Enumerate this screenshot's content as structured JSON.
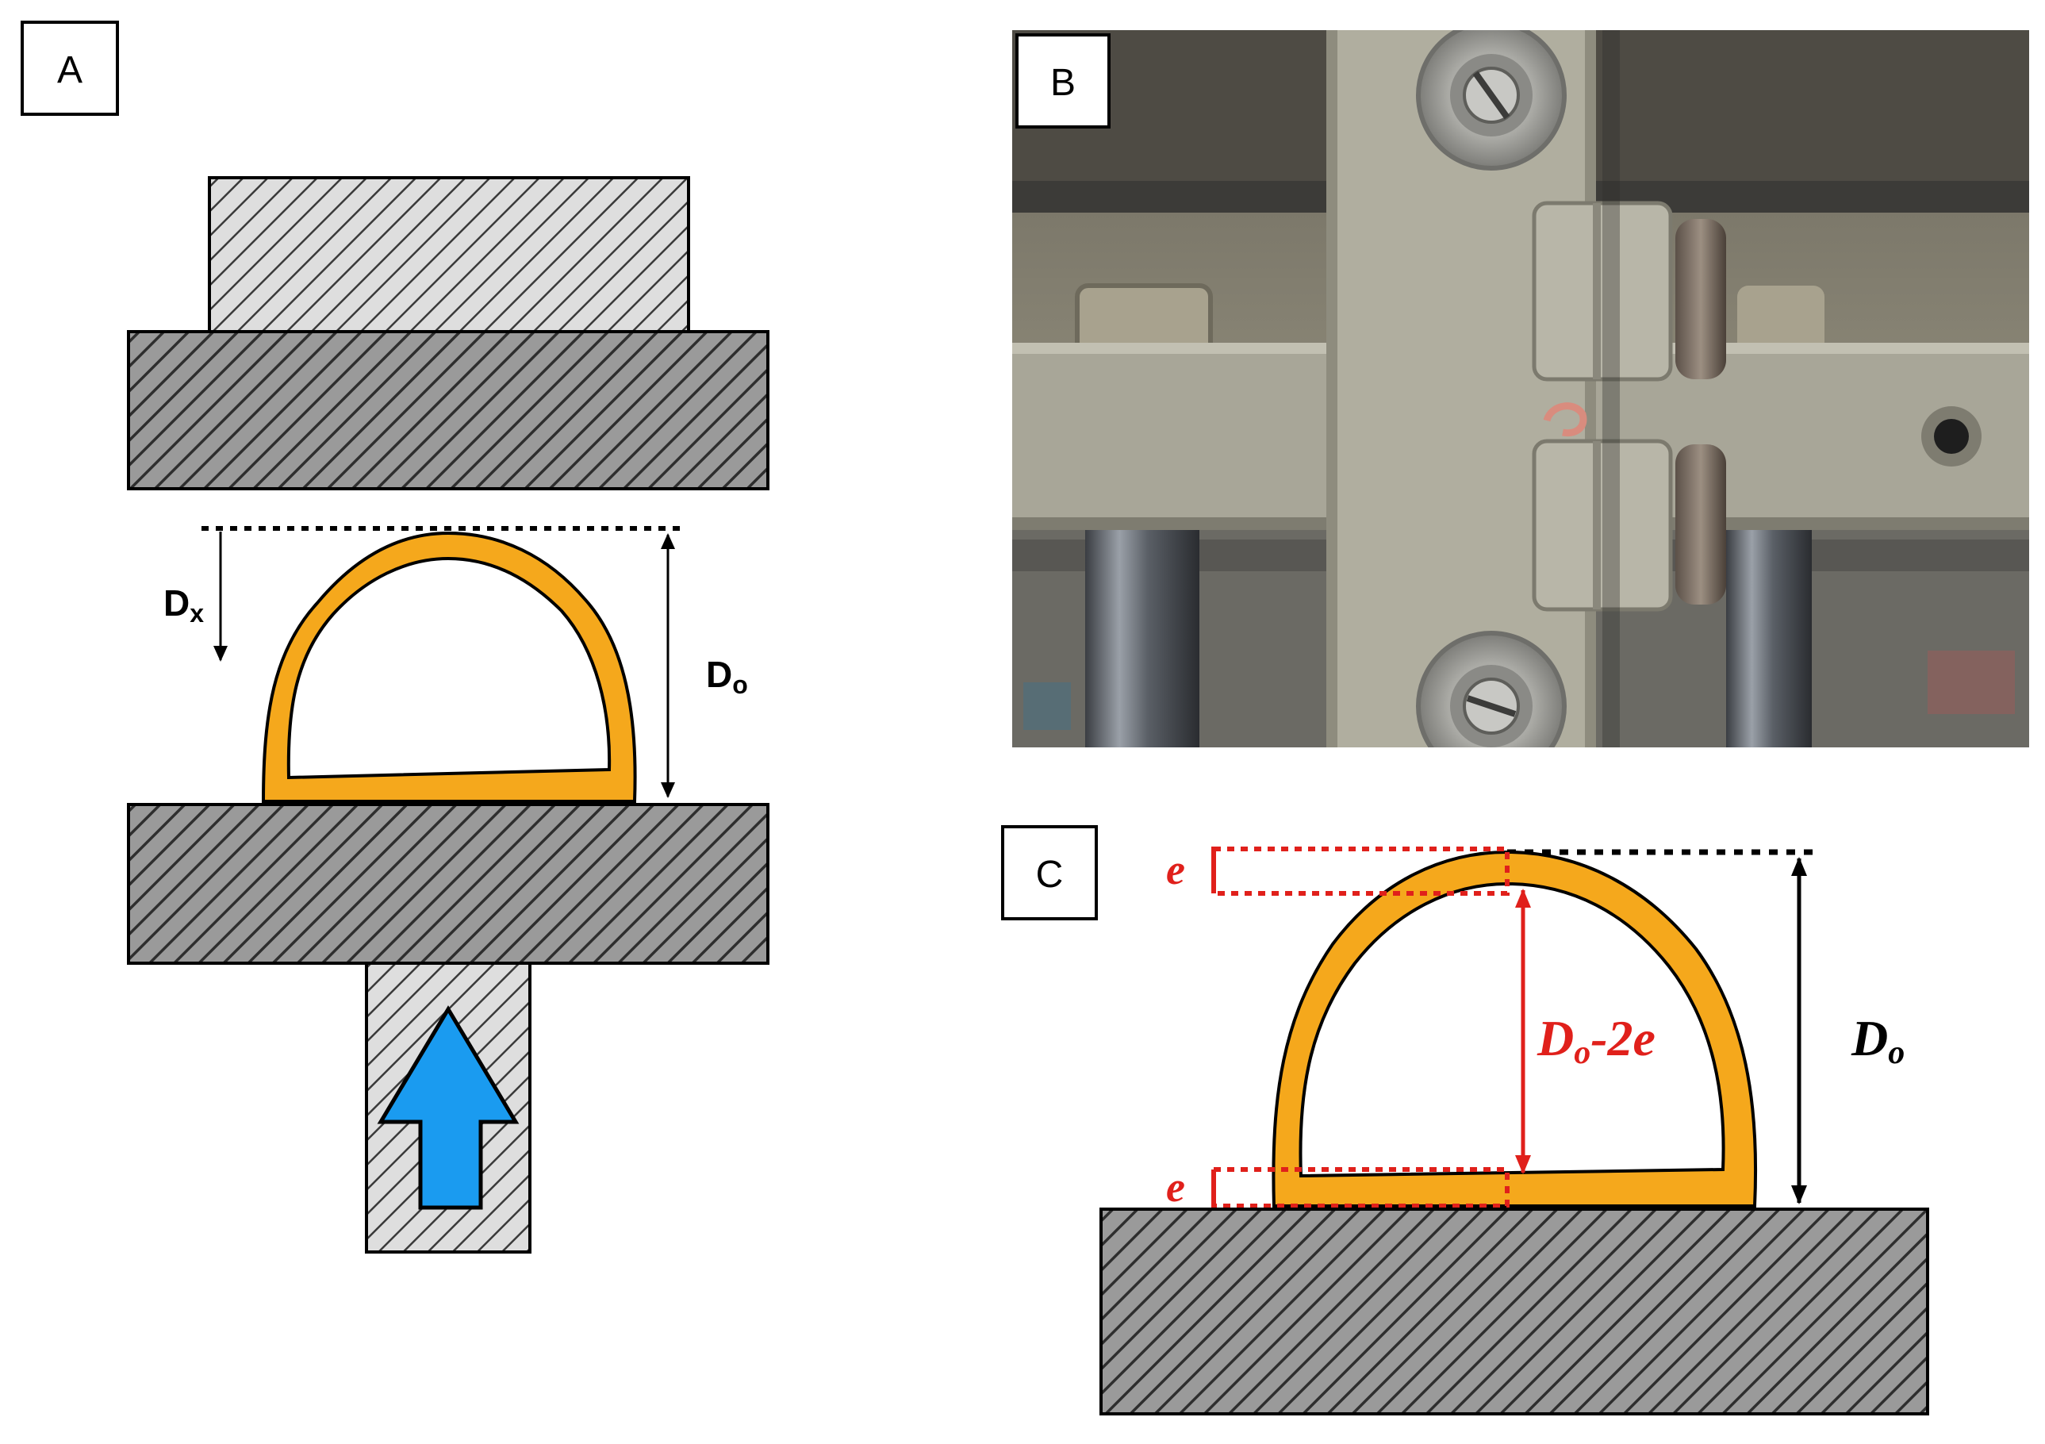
{
  "panels": [
    {
      "id": "A",
      "label": "A"
    },
    {
      "id": "B",
      "label": "B"
    },
    {
      "id": "C",
      "label": "C"
    }
  ],
  "panel_a": {
    "dx_main": "D",
    "dx_sub": "x",
    "do_main": "D",
    "do_sub": "o"
  },
  "panel_c": {
    "e_top": "e",
    "e_bottom": "e",
    "inner_main": "D",
    "inner_sub": "o",
    "inner_suffix": "-2e",
    "outer_main": "D",
    "outer_sub": "o"
  },
  "colors": {
    "sample": "#F5A81C",
    "arrow": "#1A9BF0",
    "dim_red": "#E0201B",
    "plate_dark": "#9A9A9A",
    "plate_light": "#DCDCDC",
    "hatch": "#333333"
  },
  "icons": {
    "loading_arrow": "up-arrow-icon"
  }
}
